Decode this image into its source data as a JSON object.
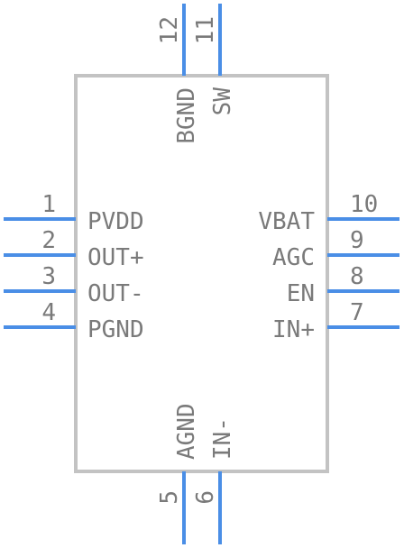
{
  "colors": {
    "body_outline": "#c3c3c3",
    "pin": "#4a8ee6",
    "text": "#7a7a7a",
    "background": "#ffffff"
  },
  "pins": [
    {
      "number": "1",
      "name": "PVDD",
      "side": "left"
    },
    {
      "number": "2",
      "name": "OUT+",
      "side": "left"
    },
    {
      "number": "3",
      "name": "OUT-",
      "side": "left"
    },
    {
      "number": "4",
      "name": "PGND",
      "side": "left"
    },
    {
      "number": "5",
      "name": "AGND",
      "side": "bottom"
    },
    {
      "number": "6",
      "name": "IN-",
      "side": "bottom"
    },
    {
      "number": "7",
      "name": "IN+",
      "side": "right"
    },
    {
      "number": "8",
      "name": "EN",
      "side": "right"
    },
    {
      "number": "9",
      "name": "AGC",
      "side": "right"
    },
    {
      "number": "10",
      "name": "VBAT",
      "side": "right"
    },
    {
      "number": "11",
      "name": "SW",
      "side": "top"
    },
    {
      "number": "12",
      "name": "BGND",
      "side": "top"
    }
  ]
}
